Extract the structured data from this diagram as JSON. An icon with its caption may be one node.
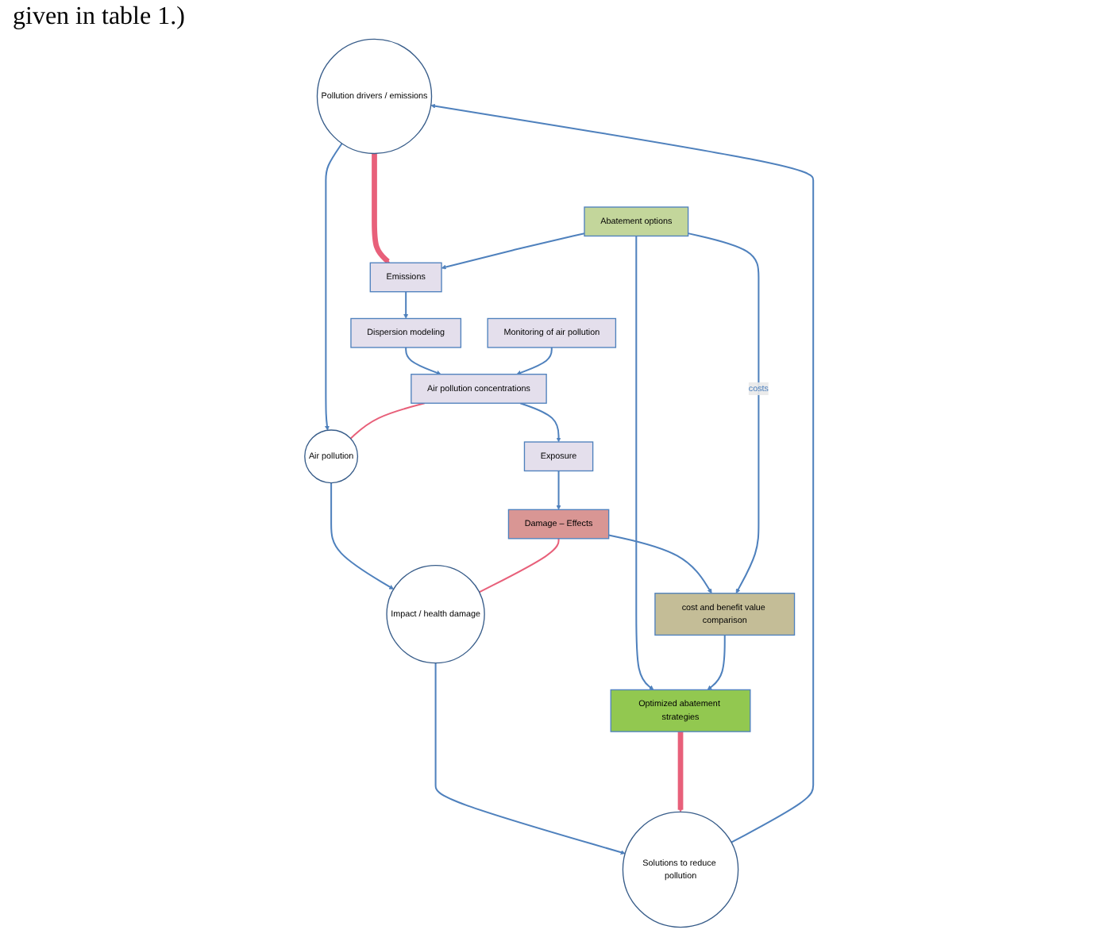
{
  "diagram": {
    "nodes": [
      {
        "text": [
          "Pollution drivers / emissions"
        ]
      },
      {
        "text": [
          "Solutions to reduce pollution"
        ]
      },
      {
        "text": [
          "Dispersion modeling"
        ]
      },
      {
        "text": [
          "Monitoring of air pollution"
        ]
      },
      {
        "text": [
          "Emissions"
        ]
      },
      {
        "text": [
          "Air pollution concentrations"
        ]
      },
      {
        "text": [
          "Air pollution"
        ]
      },
      {
        "text": [
          "Abatement options"
        ]
      },
      {
        "text": [
          "Exposure"
        ]
      },
      {
        "text": [
          "Optimized abatement strategies"
        ]
      },
      {
        "text": [
          "cost and benefit value comparison"
        ]
      },
      {
        "text": [
          "Damage – Effects"
        ]
      },
      {
        "text": [
          "Impact / health damage"
        ]
      }
    ],
    "edges": [
      {
        "from": 0,
        "to": 6,
        "arrow": "to"
      },
      {
        "from": 6,
        "to": 12,
        "arrow": "to"
      },
      {
        "from": 12,
        "to": 1,
        "arrow": "to"
      },
      {
        "from": 1,
        "to": 0,
        "arrow": "to"
      },
      {
        "from": 0,
        "to": 4,
        "arrow": "to",
        "style": "thick",
        "color": "#e8607a"
      },
      {
        "from": 4,
        "to": 2,
        "arrow": "to"
      },
      {
        "from": 2,
        "to": 5,
        "arrow": "to"
      },
      {
        "from": 3,
        "to": 5,
        "arrow": "to"
      },
      {
        "from": 5,
        "to": 6,
        "arrow": "none",
        "color": "#e8607a"
      },
      {
        "from": 5,
        "to": 8,
        "arrow": "to"
      },
      {
        "from": 8,
        "to": 11,
        "arrow": "to"
      },
      {
        "from": 11,
        "to": 10,
        "arrow": "to"
      },
      {
        "from": 11,
        "to": 12,
        "arrow": "none",
        "color": "#e8607a"
      },
      {
        "from": 7,
        "to": 4,
        "arrow": "to"
      },
      {
        "from": 7,
        "to": 9,
        "arrow": "to"
      },
      {
        "from": 7,
        "to": 10,
        "arrow": "to",
        "label": "costs"
      },
      {
        "from": 10,
        "to": 9,
        "arrow": "to"
      },
      {
        "from": 9,
        "to": 1,
        "arrow": "to",
        "style": "thick",
        "color": "#e8607a"
      }
    ],
    "labels": [
      "given in table 1.)"
    ]
  }
}
